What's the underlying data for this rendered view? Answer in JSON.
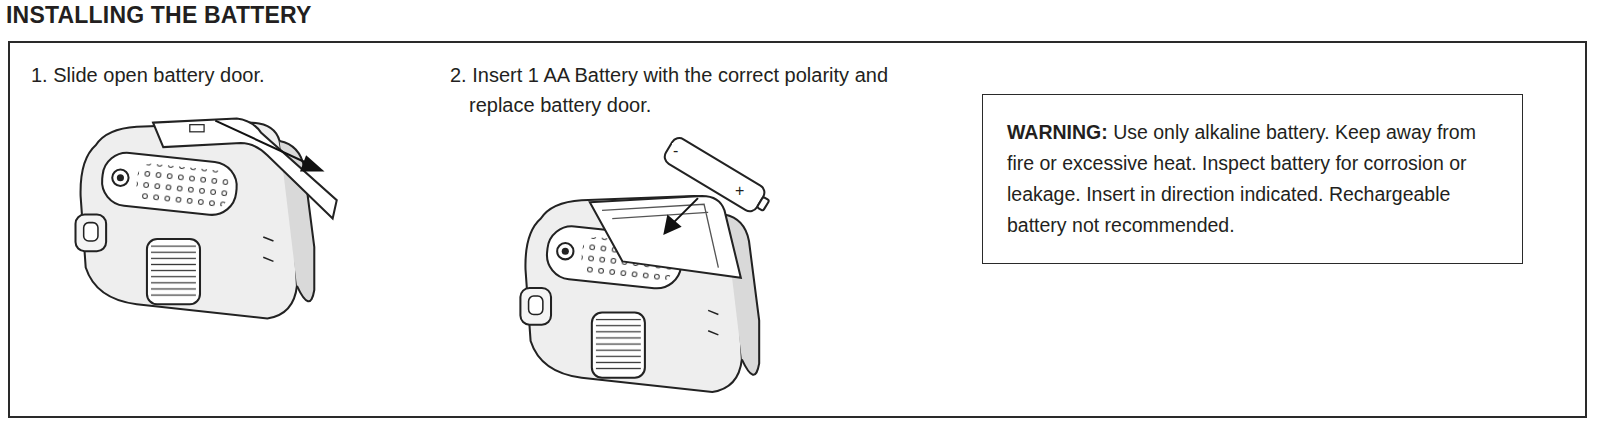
{
  "diagram": {
    "title": "INSTALLING THE BATTERY",
    "nodes": [
      {
        "text": [
          "1. Slide open battery door.",
          "2. Insert 1 AA Battery with the correct polarity and replace battery door."
        ]
      },
      {
        "text": [
          "WARNING:",
          "Use only alkaline battery. Keep away from fire or excessive heat. Inspect battery for corrosion or leakage. Insert in direction indicated. Rechargeable battery not recommended."
        ],
        "in": 0
      }
    ],
    "labels": [
      "-",
      "+"
    ]
  }
}
